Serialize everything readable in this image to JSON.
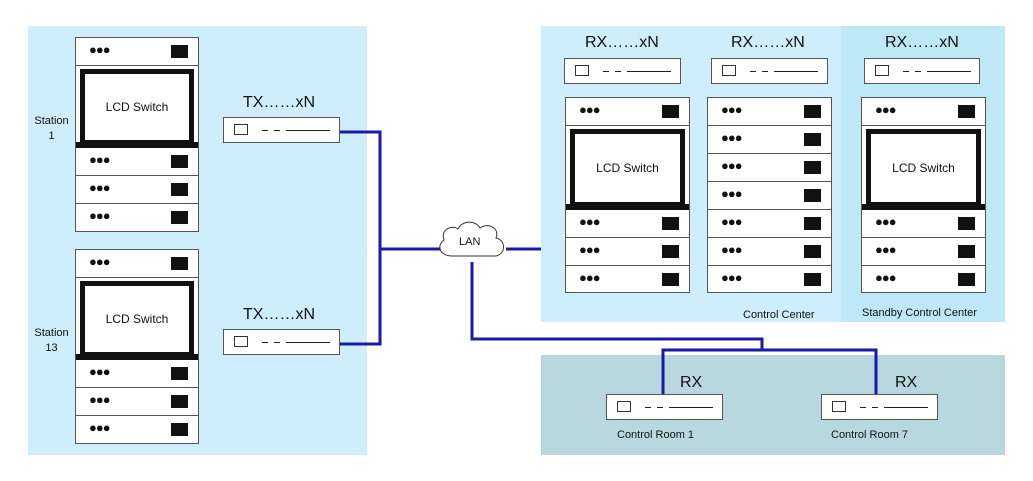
{
  "stations": [
    {
      "name_line1": "Station",
      "name_line2": "1",
      "screen_label": "LCD Switch",
      "tx_label": "TX……xN"
    },
    {
      "name_line1": "Station",
      "name_line2": "13",
      "screen_label": "LCD Switch",
      "tx_label": "TX……xN"
    }
  ],
  "network": {
    "cloud_label": "LAN",
    "wire_color": "#1a1aa6"
  },
  "control_center": {
    "name": "Control Center",
    "rx_labels": [
      "RX……xN",
      "RX……xN"
    ],
    "screen_label": "LCD Switch"
  },
  "standby_center": {
    "name": "Standby Control Center",
    "rx_label": "RX……xN",
    "screen_label": "LCD Switch"
  },
  "control_rooms": [
    {
      "name": "Control Room 1",
      "rx_label": "RX"
    },
    {
      "name": "Control Room 7",
      "rx_label": "RX"
    }
  ],
  "colors": {
    "station_panel": "#cdeefa",
    "standby_panel": "#bfe8f7",
    "room_panel": "#b8d7df"
  }
}
